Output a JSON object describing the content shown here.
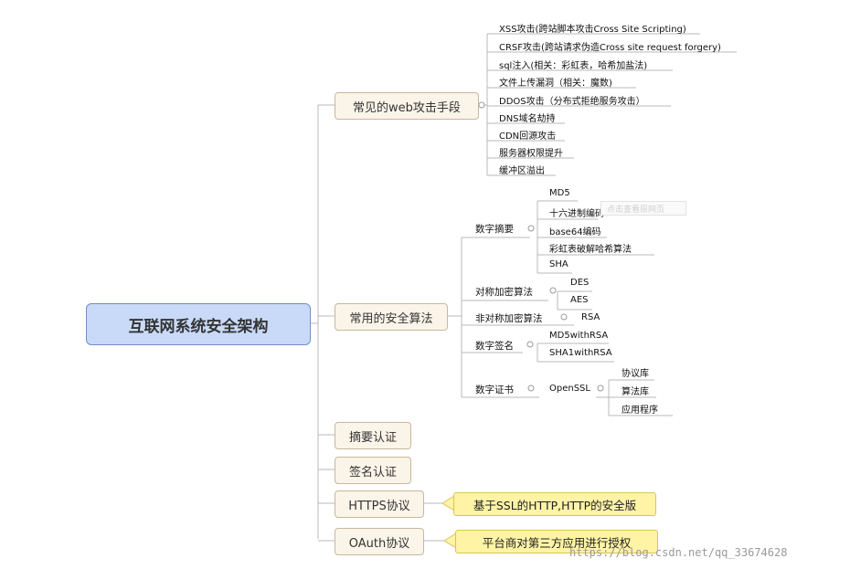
{
  "root": "互联网系统安全架构",
  "branches": {
    "web_attacks": {
      "label": "常见的web攻击手段",
      "items": [
        "XSS攻击(跨站脚本攻击Cross Site Scripting)",
        "CRSF攻击(跨站请求伪造Cross site request forgery)",
        "sql注入(相关：彩虹表，哈希加盐法)",
        "文件上传漏洞（相关：魔数)",
        "DDOS攻击（分布式拒绝服务攻击）",
        "DNS域名劫持",
        "CDN回源攻击",
        "服务器权限提升",
        "缓冲区溢出"
      ]
    },
    "algorithms": {
      "label": "常用的安全算法",
      "digest": {
        "label": "数字摘要",
        "items": [
          "MD5",
          "十六进制编码",
          "base64编码",
          "彩虹表破解哈希算法",
          "SHA"
        ]
      },
      "symmetric": {
        "label": "对称加密算法",
        "items": [
          "DES",
          "AES"
        ]
      },
      "asymmetric": {
        "label": "非对称加密算法",
        "items": [
          "RSA"
        ]
      },
      "signature": {
        "label": "数字签名",
        "items": [
          "MD5withRSA",
          "SHA1withRSA"
        ]
      },
      "certificate": {
        "label": "数字证书",
        "child": "OpenSSL",
        "items": [
          "协议库",
          "算法库",
          "应用程序"
        ]
      }
    },
    "digest_auth": {
      "label": "摘要认证"
    },
    "sign_auth": {
      "label": "签名认证"
    },
    "https": {
      "label": "HTTPS协议",
      "note": "基于SSL的HTTP,HTTP的安全版"
    },
    "oauth": {
      "label": "OAuth协议",
      "note": "平台商对第三方应用进行授权"
    }
  },
  "overlay_hint": "点击查看原网页",
  "watermark": "https://blog.csdn.net/qq_33674628",
  "colors": {
    "root_fill": "#c9daf8",
    "branch_fill": "#fbf4e9",
    "callout_fill": "#fff3a6",
    "line": "#b8b8b8"
  }
}
